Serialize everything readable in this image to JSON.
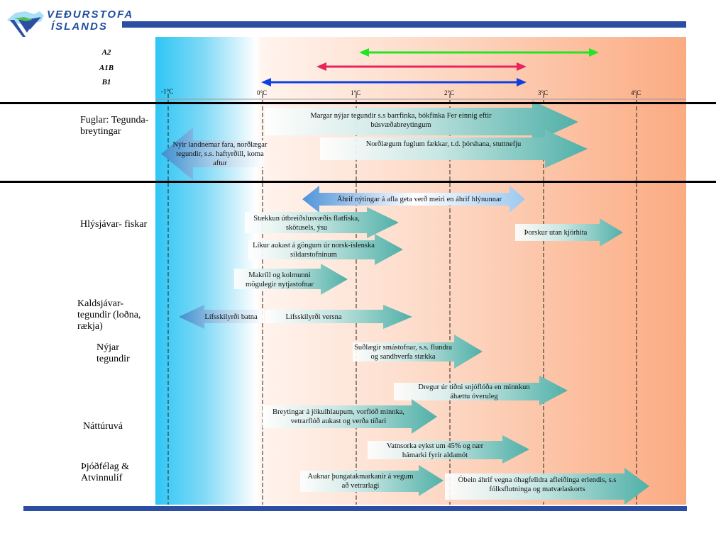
{
  "header": {
    "logo_line1": "VEÐURSTOFA",
    "logo_line2": "ÍSLANDS"
  },
  "scenarios": [
    "A2",
    "A1B",
    "B1"
  ],
  "temperature_ticks": [
    "-1°C",
    "0°C",
    "1°C",
    "2°C",
    "3°C",
    "4°C"
  ],
  "row_labels": {
    "birds": "Fuglar: Tegunda- breytingar",
    "warm_fish": "Hlýsjávar- fiskar",
    "cold_species": "Kaldsjávar- tegundir (loðna, rækja)",
    "new_species": "Nýjar tegundir",
    "nature": "Náttúruvá",
    "society": "Þjóðfélag & Atvinnulíf"
  },
  "arrows": {
    "many_new_species": "Margar nýjar tegundir s.s barrfinka, bókfinka Fer einnig eftir búsvæðabreytingum",
    "new_settlers": "Nýir landnemar fara, norðlægar tegundir, s.s. haftyrðill, koma aftur",
    "northern_birds": "Norðlægum fuglum fækkar, t.d. þórshana, stuttnefju",
    "fishing_effects": "Áhrif nýtingar á afla geta verð meiri en áhrif hlýnunnar",
    "expansion": "Stækkun útbreiðslusvæðis flatfiska, skötusels, ýsu",
    "herring": "Líkur aukast á göngum úr norsk-íslenska síldarstofninum",
    "cod": "Þorskur utan kjörhita",
    "mackerel": "Makríll og kolmunni mögulegir nytjastofnar",
    "cond_better": "Lífsskilyrði batna",
    "cond_worse": "Lífsskilyrði versna",
    "southern_stocks": "Suðlægir smástofnar, s.s. flundra og sandhverfa stækka",
    "avalanche": "Dregur úr tíðni snjóflóða en minnkun áhættu óveruleg",
    "glacial": "Breytingar á jökulhlaupum, vorflóð minnka, vetrarflóð aukast og verða tíðari",
    "hydro": "Vatnsorka eykst um 45% og nær hámarki fyrir aldamót",
    "weight_limits": "Auknar þungatakmarkanir á vegum að vetrarlagi",
    "indirect": "Óbein áhrif vegna óhagfelldra afleiðinga erlendis, s.s fólksflutninga og matvælaskorts"
  },
  "colors": {
    "brand": "#2b4ea3",
    "a2": "#22e622",
    "a1b": "#e8245a",
    "b1": "#1040e0",
    "arrow_teal": "#5fb7b0"
  }
}
